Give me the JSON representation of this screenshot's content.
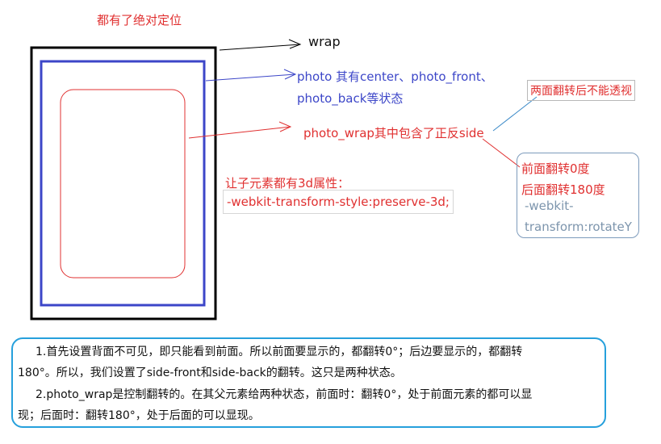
{
  "title": "都有了绝对定位",
  "labels": {
    "wrap": "wrap",
    "photo_line1": "photo 其有center、photo_front、",
    "photo_line2": "photo_back等状态",
    "photo_wrap": "photo_wrap其中包含了正反side",
    "style_intro": "让子元素都有3d属性：",
    "style_code": "-webkit-transform-style:preserve-3d;",
    "no_see_through": "两面翻转后不能透视"
  },
  "flip_box": {
    "line1": "前面翻转0度",
    "line2": "后面翻转180度",
    "line3": "-webkit-",
    "line4": "transform:rotateY"
  },
  "note": {
    "line1": "1.首先设置背面不可见，即只能看到前面。所以前面要显示的，都翻转0°；后边要显示的，都翻转",
    "line2": "180°。所以，我们设置了side-front和side-back的翻转。这只是两种状态。",
    "line3": "2.photo_wrap是控制翻转的。在其父元素给两种状态，前面时：翻转0°，处于前面元素的都可以显",
    "line4": "现；后面时：翻转180°，处于后面的可以显现。"
  },
  "colors": {
    "wrap": "#000000",
    "photo": "#3c46c8",
    "photo_wrap": "#e03030",
    "note_border": "#26a0dc",
    "flip_border": "#7d9bbc"
  }
}
